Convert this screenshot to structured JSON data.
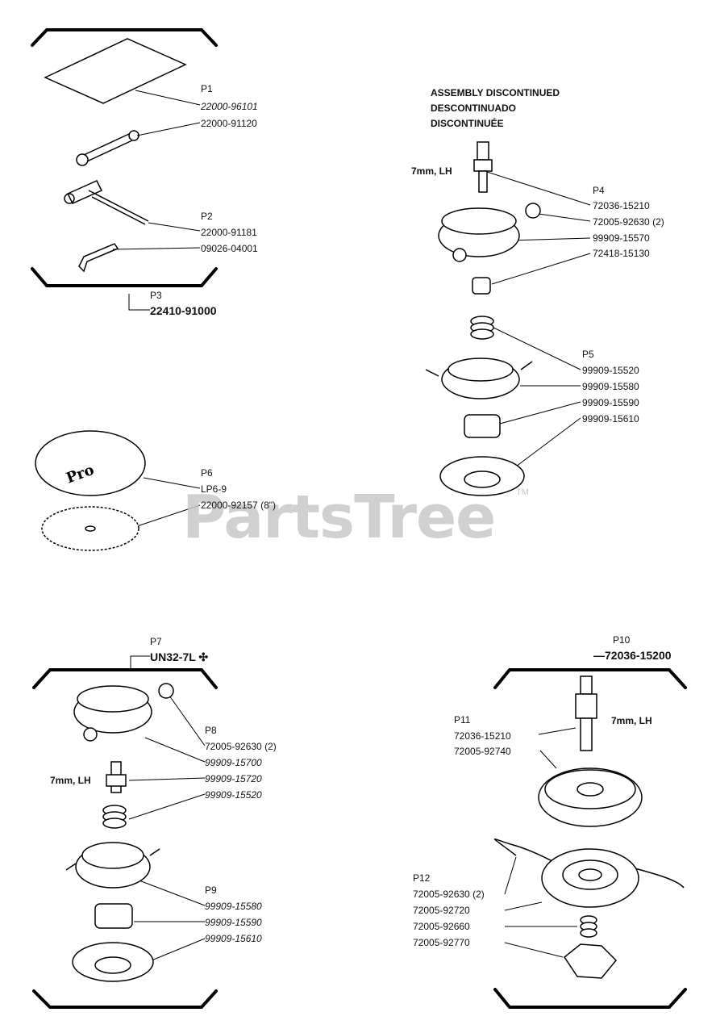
{
  "watermark": {
    "brand": "PartsTree",
    "trademark": "TM"
  },
  "group_top_left": {
    "p1": {
      "label": "P1",
      "parts": [
        "22000-96101",
        "22000-91120"
      ]
    },
    "p2": {
      "label": "P2",
      "parts": [
        "22000-91181",
        "09026-04001"
      ]
    },
    "p3": {
      "label": "P3",
      "part": "22410-91000"
    }
  },
  "group_top_right": {
    "notice": [
      "ASSEMBLY DISCONTINUED",
      "DESCONTINUADO",
      "DISCONTINUÉE"
    ],
    "thread_note": "7mm, LH",
    "p4": {
      "label": "P4",
      "parts": [
        "72036-15210",
        "72005-92630 (2)",
        "99909-15570",
        "72418-15130"
      ]
    },
    "p5": {
      "label": "P5",
      "parts": [
        "99909-15520",
        "99909-15580",
        "99909-15590",
        "99909-15610"
      ]
    }
  },
  "group_middle_left": {
    "p6": {
      "label": "P6",
      "parts": [
        "LP6-9",
        "22000-92157 (8\")"
      ]
    }
  },
  "group_bottom_left": {
    "p7": {
      "label": "P7",
      "part": "UN32-7L ✣"
    },
    "p8": {
      "label": "P8",
      "parts": [
        "72005-92630 (2)",
        "99909-15700",
        "99909-15720",
        "99909-15520"
      ]
    },
    "thread_note": "7mm, LH",
    "p9": {
      "label": "P9",
      "parts": [
        "99909-15580",
        "99909-15590",
        "99909-15610"
      ]
    }
  },
  "group_bottom_right": {
    "p10": {
      "label": "P10",
      "part": "—72036-15200"
    },
    "p11": {
      "label": "P11",
      "parts": [
        "72036-15210",
        "72005-92740"
      ]
    },
    "thread_note": "7mm, LH",
    "p12": {
      "label": "P12",
      "parts": [
        "72005-92630 (2)",
        "72005-92720",
        "72005-92660",
        "72005-92770"
      ]
    }
  }
}
